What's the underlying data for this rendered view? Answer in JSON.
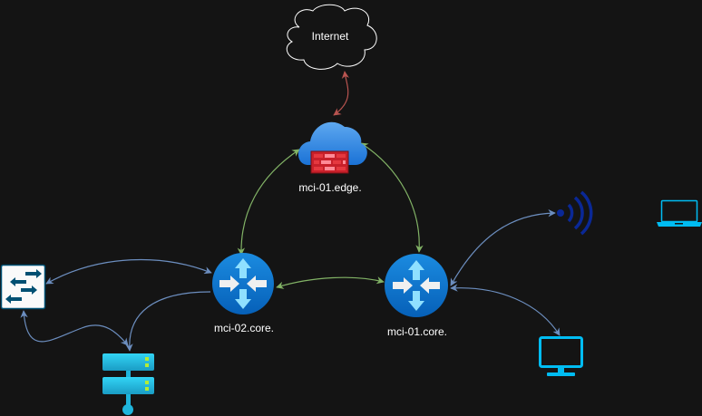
{
  "nodes": {
    "internet": {
      "label": "Internet",
      "icon": "cloud-icon"
    },
    "edge_firewall": {
      "label": "mci-01.edge.",
      "icon": "firewall-cloud-icon"
    },
    "core2": {
      "label": "mci-02.core.",
      "icon": "router-icon"
    },
    "core1": {
      "label": "mci-01.core.",
      "icon": "router-icon"
    },
    "switch": {
      "icon": "switch-icon"
    },
    "server": {
      "icon": "server-icon"
    },
    "wifi": {
      "icon": "wifi-icon"
    },
    "laptop": {
      "icon": "laptop-icon"
    },
    "monitor": {
      "icon": "monitor-icon"
    }
  },
  "links": [
    {
      "from": "internet",
      "to": "edge_firewall",
      "color": "#b85450"
    },
    {
      "from": "edge_firewall",
      "to": "core2",
      "color": "#82b366"
    },
    {
      "from": "edge_firewall",
      "to": "core1",
      "color": "#82b366"
    },
    {
      "from": "core2",
      "to": "core1",
      "color": "#82b366"
    },
    {
      "from": "switch",
      "to": "core2",
      "color": "#6c8ebf"
    },
    {
      "from": "switch",
      "to": "server",
      "color": "#6c8ebf"
    },
    {
      "from": "core2",
      "to": "server",
      "color": "#6c8ebf"
    },
    {
      "from": "core1",
      "to": "wifi",
      "color": "#6c8ebf"
    },
    {
      "from": "core1",
      "to": "monitor",
      "color": "#6c8ebf"
    }
  ],
  "colors": {
    "background": "#141414",
    "router": "#0a72cf",
    "device": "#00bcf2",
    "wifi": "#0a2896"
  }
}
